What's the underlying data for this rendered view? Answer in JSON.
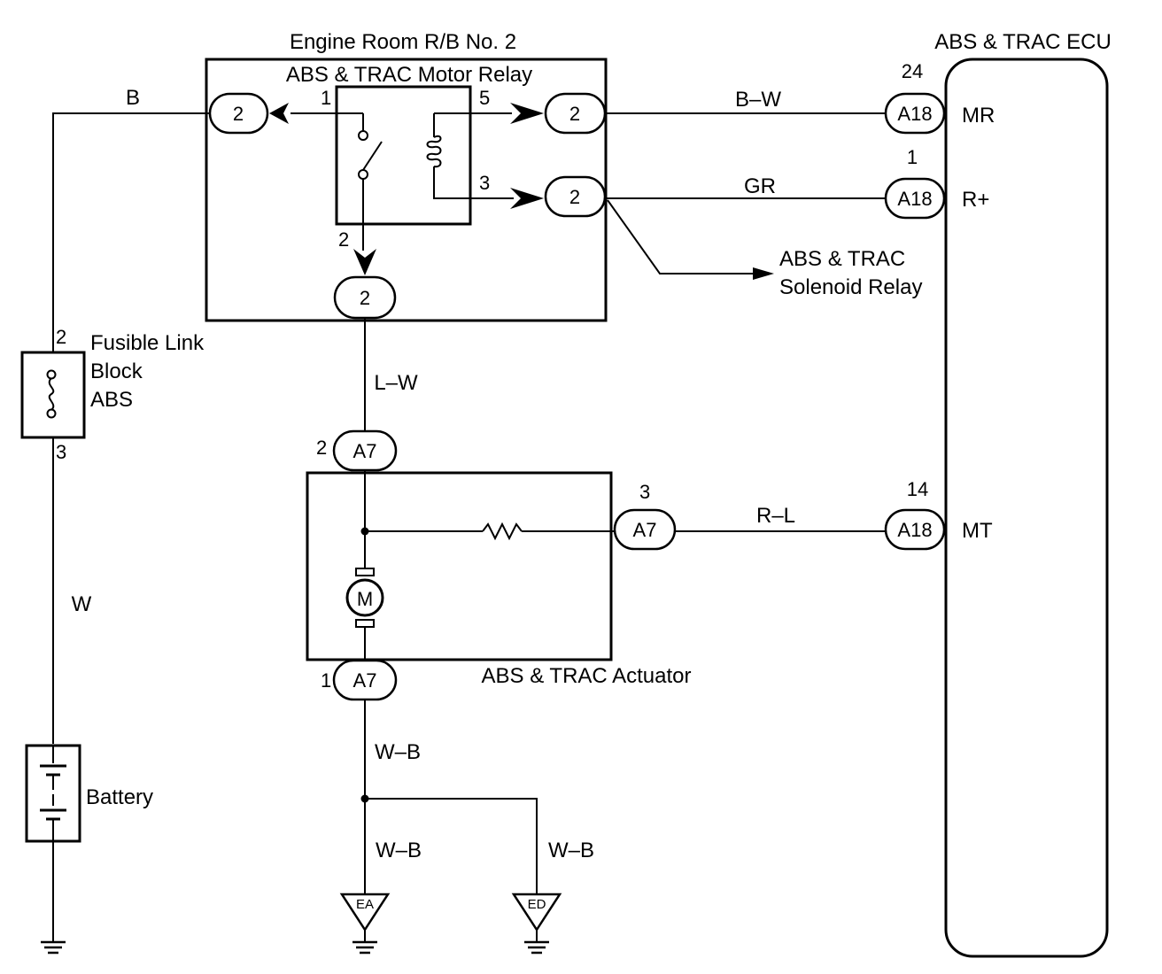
{
  "rb": {
    "title": "Engine Room R/B No. 2",
    "relay": "ABS & TRAC Motor Relay",
    "terminal": "2"
  },
  "relay_pins": {
    "p1": "1",
    "p5": "5",
    "p3": "3",
    "p2": "2"
  },
  "ecu": {
    "title": "ABS & TRAC ECU",
    "mr": {
      "pin": "24",
      "conn": "A18",
      "name": "MR"
    },
    "rplus": {
      "pin": "1",
      "conn": "A18",
      "name": "R+"
    },
    "mt": {
      "pin": "14",
      "conn": "A18",
      "name": "MT"
    }
  },
  "wires": {
    "b": "B",
    "bw": "B–W",
    "gr": "GR",
    "lw": "L–W",
    "rl": "R–L",
    "w": "W",
    "wb1": "W–B",
    "wb2": "W–B",
    "wb3": "W–B"
  },
  "solenoid": {
    "line1": "ABS & TRAC",
    "line2": "Solenoid Relay"
  },
  "fusible": {
    "line1": "Fusible Link",
    "line2": "Block",
    "line3": "ABS",
    "pin_top": "2",
    "pin_bottom": "3"
  },
  "actuator": {
    "label": "ABS & TRAC Actuator",
    "conn": "A7",
    "pin_top": "2",
    "pin_right": "3",
    "pin_bottom": "1",
    "motor": "M"
  },
  "battery": {
    "label": "Battery"
  },
  "grounds": {
    "ea": "EA",
    "ed": "ED"
  }
}
